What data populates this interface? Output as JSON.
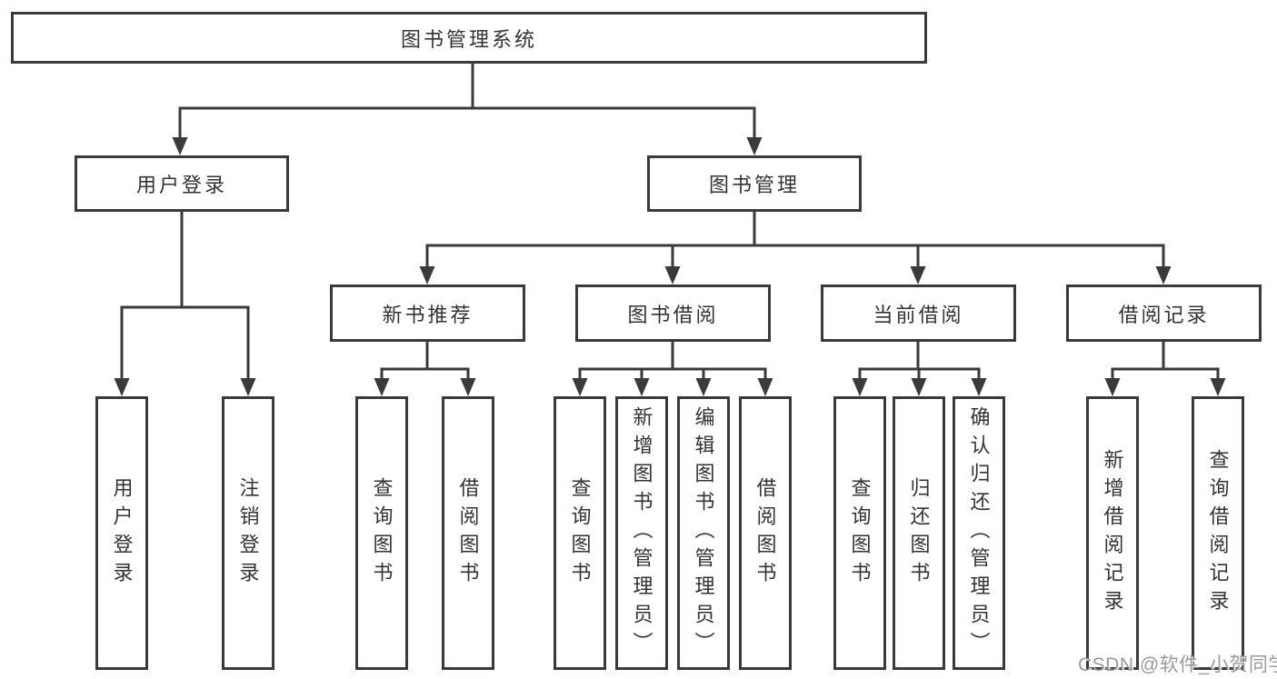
{
  "colors": {
    "line": "#3a3a3a",
    "box_border": "#3a3a3a",
    "text": "#333333",
    "background": "#ffffff",
    "watermark": "#9a9a9e"
  },
  "tree": {
    "label": "图书管理系统",
    "children": [
      {
        "label": "用户登录",
        "children": [
          {
            "label": "用户登录"
          },
          {
            "label": "注销登录"
          }
        ]
      },
      {
        "label": "图书管理",
        "children": [
          {
            "label": "新书推荐",
            "children": [
              {
                "label": "查询图书"
              },
              {
                "label": "借阅图书"
              }
            ]
          },
          {
            "label": "图书借阅",
            "children": [
              {
                "label": "查询图书"
              },
              {
                "label": "新增图书（管理员）"
              },
              {
                "label": "编辑图书（管理员）"
              },
              {
                "label": "借阅图书"
              }
            ]
          },
          {
            "label": "当前借阅",
            "children": [
              {
                "label": "查询图书"
              },
              {
                "label": "归还图书"
              },
              {
                "label": "确认归还（管理员）"
              }
            ]
          },
          {
            "label": "借阅记录",
            "children": [
              {
                "label": "新增借阅记录"
              },
              {
                "label": "查询借阅记录"
              }
            ]
          }
        ]
      }
    ]
  },
  "watermark": {
    "text": "CSDN @软件_小贺同学"
  }
}
